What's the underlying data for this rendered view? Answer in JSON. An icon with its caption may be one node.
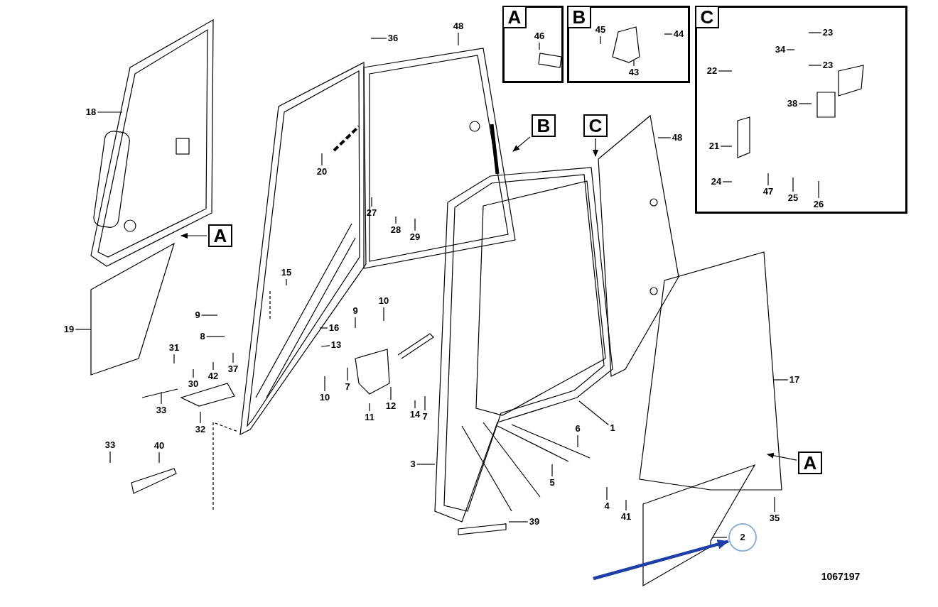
{
  "diagram": {
    "nodes": [
      {
        "text": [],
        "shape": "box"
      },
      {
        "text": [
          "46"
        ],
        "in": 0
      },
      {
        "text": [],
        "shape": "box"
      },
      {
        "text": [
          "45"
        ],
        "in": 2
      },
      {
        "text": [
          "44"
        ],
        "in": 2
      },
      {
        "text": [
          "43"
        ],
        "in": 2
      },
      {
        "text": [],
        "shape": "box"
      },
      {
        "text": [
          "23"
        ],
        "in": 6
      },
      {
        "text": [
          "34"
        ],
        "in": 6
      },
      {
        "text": [
          "23"
        ],
        "in": 6
      },
      {
        "text": [
          "22"
        ],
        "in": 6
      },
      {
        "text": [
          "38"
        ],
        "in": 6
      },
      {
        "text": [
          "21"
        ],
        "in": 6
      },
      {
        "text": [
          "24"
        ],
        "in": 6
      },
      {
        "text": [
          "47"
        ],
        "in": 6
      },
      {
        "text": [
          "25"
        ],
        "in": 6
      },
      {
        "text": [
          "26"
        ],
        "in": 6
      },
      {
        "text": [
          "36"
        ]
      },
      {
        "text": [
          "48"
        ]
      },
      {
        "text": [
          "18"
        ]
      },
      {
        "text": [
          "20"
        ]
      },
      {
        "text": [
          "27"
        ]
      },
      {
        "text": [
          "28"
        ]
      },
      {
        "text": [
          "29"
        ]
      },
      {
        "text": [
          "A"
        ]
      },
      {
        "text": [
          "15"
        ]
      },
      {
        "text": [
          "9"
        ]
      },
      {
        "text": [
          "19"
        ]
      },
      {
        "text": [
          "8"
        ]
      },
      {
        "text": [
          "16"
        ]
      },
      {
        "text": [
          "13"
        ]
      },
      {
        "text": [
          "9"
        ]
      },
      {
        "text": [
          "10"
        ]
      },
      {
        "text": [
          "31"
        ]
      },
      {
        "text": [
          "37"
        ]
      },
      {
        "text": [
          "42"
        ]
      },
      {
        "text": [
          "30"
        ]
      },
      {
        "text": [
          "10"
        ]
      },
      {
        "text": [
          "7"
        ]
      },
      {
        "text": [
          "11"
        ]
      },
      {
        "text": [
          "12"
        ]
      },
      {
        "text": [
          "14"
        ]
      },
      {
        "text": [
          "7"
        ]
      },
      {
        "text": [
          "33"
        ]
      },
      {
        "text": [
          "32"
        ]
      },
      {
        "text": [
          "33"
        ]
      },
      {
        "text": [
          "40"
        ]
      },
      {
        "text": [
          "3"
        ]
      },
      {
        "text": [
          "1"
        ]
      },
      {
        "text": [
          "6"
        ]
      },
      {
        "text": [
          "5"
        ]
      },
      {
        "text": [
          "4"
        ]
      },
      {
        "text": [
          "41"
        ]
      },
      {
        "text": [
          "39"
        ]
      },
      {
        "text": [
          "B"
        ]
      },
      {
        "text": [
          "C"
        ]
      },
      {
        "text": [
          "48"
        ]
      },
      {
        "text": [
          "17"
        ]
      },
      {
        "text": [
          "A"
        ]
      },
      {
        "text": [
          "35"
        ]
      },
      {
        "text": [
          "2"
        ]
      },
      {
        "text": [
          "A"
        ],
        "in": 0
      },
      {
        "text": [
          "B"
        ],
        "in": 2
      },
      {
        "text": [
          "C"
        ],
        "in": 6
      }
    ],
    "edges": [
      {
        "from": 1,
        "to": null,
        "arrow": "none"
      },
      {
        "from": 3,
        "to": null,
        "arrow": "none"
      },
      {
        "from": 4,
        "to": null,
        "arrow": "none"
      },
      {
        "from": 5,
        "to": null,
        "arrow": "none"
      },
      {
        "from": 7,
        "to": null,
        "arrow": "none"
      },
      {
        "from": 8,
        "to": null,
        "arrow": "none"
      },
      {
        "from": 9,
        "to": null,
        "arrow": "none"
      },
      {
        "from": 10,
        "to": null,
        "arrow": "none"
      },
      {
        "from": 11,
        "to": null,
        "arrow": "none"
      },
      {
        "from": 12,
        "to": null,
        "arrow": "none"
      },
      {
        "from": 13,
        "to": null,
        "arrow": "none"
      },
      {
        "from": 14,
        "to": null,
        "arrow": "none"
      },
      {
        "from": 15,
        "to": null,
        "arrow": "none"
      },
      {
        "from": 16,
        "to": null,
        "arrow": "none"
      },
      {
        "from": 17,
        "to": null,
        "arrow": "none"
      },
      {
        "from": 18,
        "to": null,
        "arrow": "none"
      },
      {
        "from": 19,
        "to": null,
        "arrow": "none"
      },
      {
        "from": 20,
        "to": null,
        "arrow": "none"
      },
      {
        "from": 21,
        "to": null,
        "arrow": "none"
      },
      {
        "from": 22,
        "to": null,
        "arrow": "none"
      },
      {
        "from": 23,
        "to": null,
        "arrow": "none"
      },
      {
        "from": 24,
        "to": null,
        "arrow": "to"
      },
      {
        "from": 25,
        "to": null,
        "arrow": "none"
      },
      {
        "from": 26,
        "to": null,
        "arrow": "none"
      },
      {
        "from": 27,
        "to": null,
        "arrow": "none"
      },
      {
        "from": 28,
        "to": null,
        "arrow": "none"
      },
      {
        "from": 29,
        "to": null,
        "arrow": "none"
      },
      {
        "from": 30,
        "to": null,
        "arrow": "none"
      },
      {
        "from": 31,
        "to": null,
        "arrow": "none"
      },
      {
        "from": 32,
        "to": null,
        "arrow": "none"
      },
      {
        "from": 33,
        "to": null,
        "arrow": "none"
      },
      {
        "from": 34,
        "to": null,
        "arrow": "none"
      },
      {
        "from": 35,
        "to": null,
        "arrow": "none"
      },
      {
        "from": 36,
        "to": null,
        "arrow": "none"
      },
      {
        "from": 37,
        "to": null,
        "arrow": "none"
      },
      {
        "from": 38,
        "to": null,
        "arrow": "none"
      },
      {
        "from": 39,
        "to": null,
        "arrow": "none"
      },
      {
        "from": 40,
        "to": null,
        "arrow": "none"
      },
      {
        "from": 41,
        "to": null,
        "arrow": "none"
      },
      {
        "from": 42,
        "to": null,
        "arrow": "none"
      },
      {
        "from": 43,
        "to": null,
        "arrow": "none"
      },
      {
        "from": 44,
        "to": null,
        "arrow": "none"
      },
      {
        "from": 45,
        "to": null,
        "arrow": "none"
      },
      {
        "from": 46,
        "to": null,
        "arrow": "none"
      },
      {
        "from": 47,
        "to": null,
        "arrow": "none"
      },
      {
        "from": 48,
        "to": null,
        "arrow": "none"
      },
      {
        "from": 49,
        "to": null,
        "arrow": "none"
      },
      {
        "from": 50,
        "to": null,
        "arrow": "none"
      },
      {
        "from": 51,
        "to": null,
        "arrow": "none"
      },
      {
        "from": 52,
        "to": null,
        "arrow": "none"
      },
      {
        "from": 53,
        "to": null,
        "arrow": "none"
      },
      {
        "from": 54,
        "to": null,
        "arrow": "to"
      },
      {
        "from": 55,
        "to": null,
        "arrow": "to"
      },
      {
        "from": 56,
        "to": null,
        "arrow": "none"
      },
      {
        "from": 57,
        "to": null,
        "arrow": "none"
      },
      {
        "from": 58,
        "to": null,
        "arrow": "to"
      },
      {
        "from": 59,
        "to": null,
        "arrow": "none"
      },
      {
        "from": 60,
        "to": null,
        "arrow": "none"
      },
      {
        "from": null,
        "to": 60,
        "arrow": "to",
        "style": "thick",
        "color": "#1f3fa8"
      }
    ],
    "labels": [
      "1067197"
    ]
  }
}
